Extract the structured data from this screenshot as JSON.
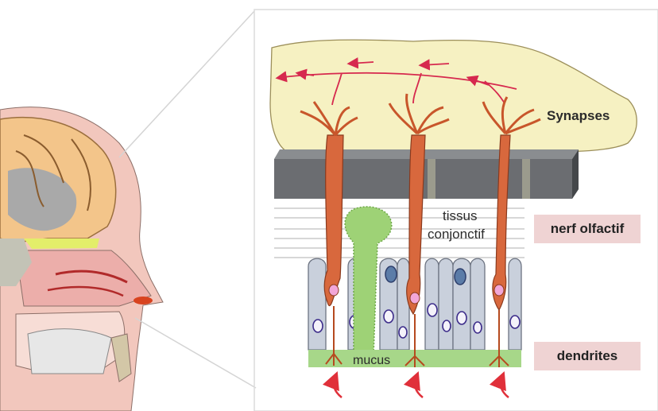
{
  "labels": {
    "synapses": "Synapses",
    "tissue_line1": "tissus",
    "tissue_line2": "conjonctif",
    "nerve": "nerf olfactif",
    "mucus": "mucus",
    "dendrites": "dendrites"
  },
  "colors": {
    "bulb": "#f6f1c2",
    "bone": "#6f7275",
    "neuron": "#d8683d",
    "axon_red": "#d6294e",
    "gland": "#9ed276",
    "mucus_band": "#a7d789",
    "label_box": "#efd3d3",
    "cells": "#c9d0dc",
    "arrow": "#e0303a"
  }
}
